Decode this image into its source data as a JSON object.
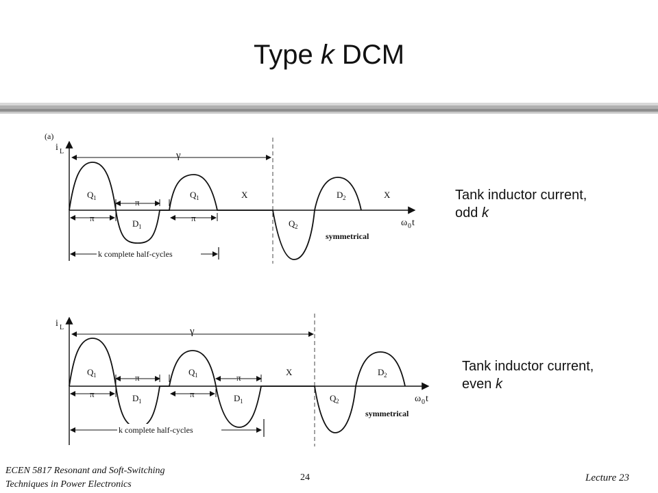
{
  "slide": {
    "title_prefix": "Type ",
    "title_k": "k",
    "title_suffix": " DCM"
  },
  "captions": {
    "odd_line1": "Tank inductor current,",
    "odd_line2_prefix": "odd ",
    "odd_line2_k": "k",
    "even_line1": "Tank inductor current,",
    "even_line2_prefix": "even ",
    "even_line2_k": "k"
  },
  "diagram_a": {
    "panel_label": "(a)",
    "y_axis_main": "i",
    "y_axis_sub": "L",
    "x_axis_main": "ω",
    "x_axis_sub": "0",
    "x_axis_tail": "t",
    "gamma": "γ",
    "pi": "π",
    "q1": "Q",
    "d1": "D",
    "q2": "Q",
    "d2": "D",
    "sub1": "1",
    "sub2": "2",
    "x_label": "X",
    "symmetrical": "symmetrical",
    "half_cycles": "k complete half-cycles"
  },
  "diagram_b": {
    "y_axis_main": "i",
    "y_axis_sub": "L",
    "x_axis_main": "ω",
    "x_axis_sub": "0",
    "x_axis_tail": "t",
    "gamma": "γ",
    "pi": "π",
    "q1": "Q",
    "d1": "D",
    "q2": "Q",
    "d2": "D",
    "sub1": "1",
    "sub2": "2",
    "x_label": "X",
    "symmetrical": "symmetrical",
    "half_cycles": "k complete half-cycles"
  },
  "footer": {
    "course_line1": "ECEN 5817  Resonant and Soft-Switching",
    "course_line2": "Techniques in Power Electronics",
    "page_number": "24",
    "lecture": "Lecture 23"
  },
  "colors": {
    "rule_dark": "#9a9a9a",
    "rule_light": "#d8d8d8",
    "ink": "#111111"
  }
}
